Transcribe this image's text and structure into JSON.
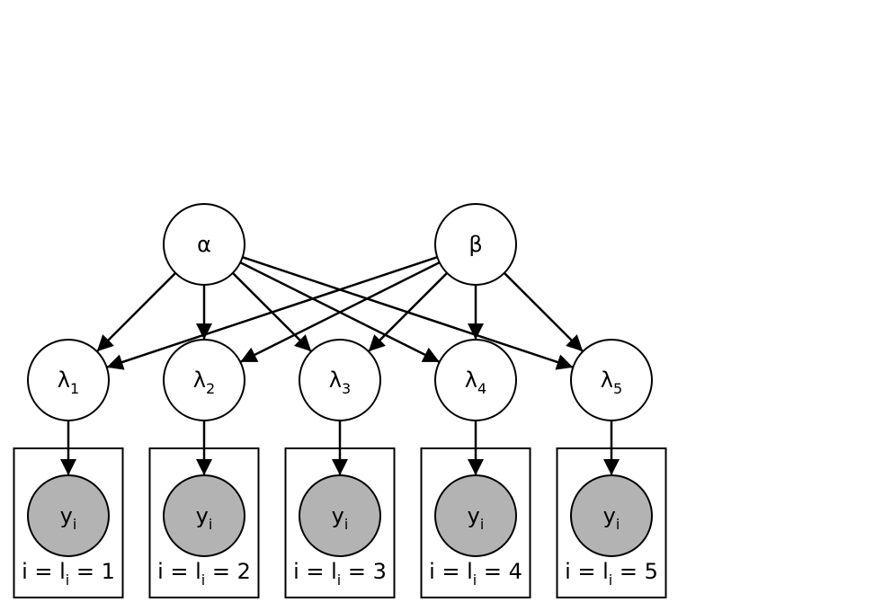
{
  "diagram": {
    "colors": {
      "node_fill": "#ffffff",
      "observed_fill": "#b3b3b3",
      "stroke": "#000000"
    },
    "nodes": {
      "alpha": {
        "label": "α"
      },
      "beta": {
        "label": "β"
      },
      "lambda": [
        {
          "symbol": "λ",
          "index": "1"
        },
        {
          "symbol": "λ",
          "index": "2"
        },
        {
          "symbol": "λ",
          "index": "3"
        },
        {
          "symbol": "λ",
          "index": "4"
        },
        {
          "symbol": "λ",
          "index": "5"
        }
      ]
    },
    "plates": [
      {
        "observed": {
          "symbol": "y",
          "index": "i"
        },
        "label": {
          "lhs": "i = l",
          "sub": "i",
          "rhs": " = 1"
        }
      },
      {
        "observed": {
          "symbol": "y",
          "index": "i"
        },
        "label": {
          "lhs": "i = l",
          "sub": "i",
          "rhs": " = 2"
        }
      },
      {
        "observed": {
          "symbol": "y",
          "index": "i"
        },
        "label": {
          "lhs": "i = l",
          "sub": "i",
          "rhs": " = 3"
        }
      },
      {
        "observed": {
          "symbol": "y",
          "index": "i"
        },
        "label": {
          "lhs": "i = l",
          "sub": "i",
          "rhs": " = 4"
        }
      },
      {
        "observed": {
          "symbol": "y",
          "index": "i"
        },
        "label": {
          "lhs": "i = l",
          "sub": "i",
          "rhs": " = 5"
        }
      }
    ],
    "edges": [
      {
        "from": "alpha",
        "to": "lambda-1"
      },
      {
        "from": "alpha",
        "to": "lambda-2"
      },
      {
        "from": "alpha",
        "to": "lambda-3"
      },
      {
        "from": "alpha",
        "to": "lambda-4"
      },
      {
        "from": "alpha",
        "to": "lambda-5"
      },
      {
        "from": "beta",
        "to": "lambda-1"
      },
      {
        "from": "beta",
        "to": "lambda-2"
      },
      {
        "from": "beta",
        "to": "lambda-3"
      },
      {
        "from": "beta",
        "to": "lambda-4"
      },
      {
        "from": "beta",
        "to": "lambda-5"
      },
      {
        "from": "lambda-1",
        "to": "y-1"
      },
      {
        "from": "lambda-2",
        "to": "y-2"
      },
      {
        "from": "lambda-3",
        "to": "y-3"
      },
      {
        "from": "lambda-4",
        "to": "y-4"
      },
      {
        "from": "lambda-5",
        "to": "y-5"
      }
    ]
  }
}
